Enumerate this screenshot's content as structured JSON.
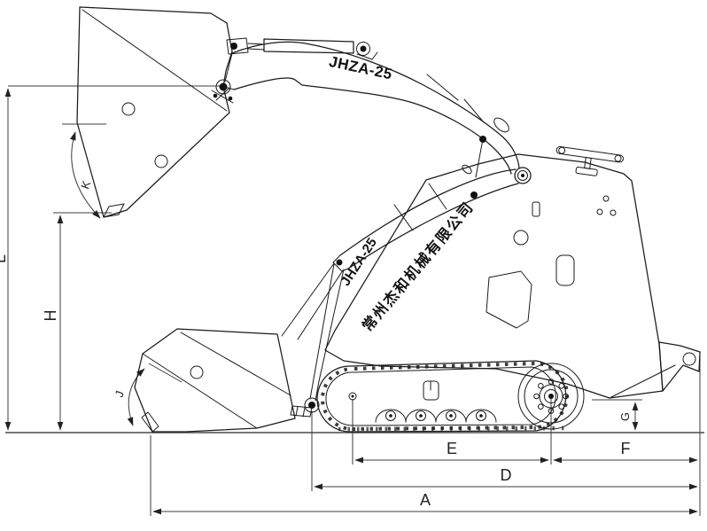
{
  "drawing": {
    "model_label_upper_boom": "JHZA-25",
    "model_label_lower_boom": "JHZA-25",
    "company_name": "常州杰和机械有限公司"
  },
  "dim_labels": {
    "L": "L",
    "H": "H",
    "K": "K",
    "J": "J",
    "G": "G",
    "E": "E",
    "F": "F",
    "D": "D",
    "A": "A"
  },
  "colors": {
    "line": "#1b1b1b",
    "dimension_line": "#3c3c3c",
    "background": "#ffffff"
  }
}
